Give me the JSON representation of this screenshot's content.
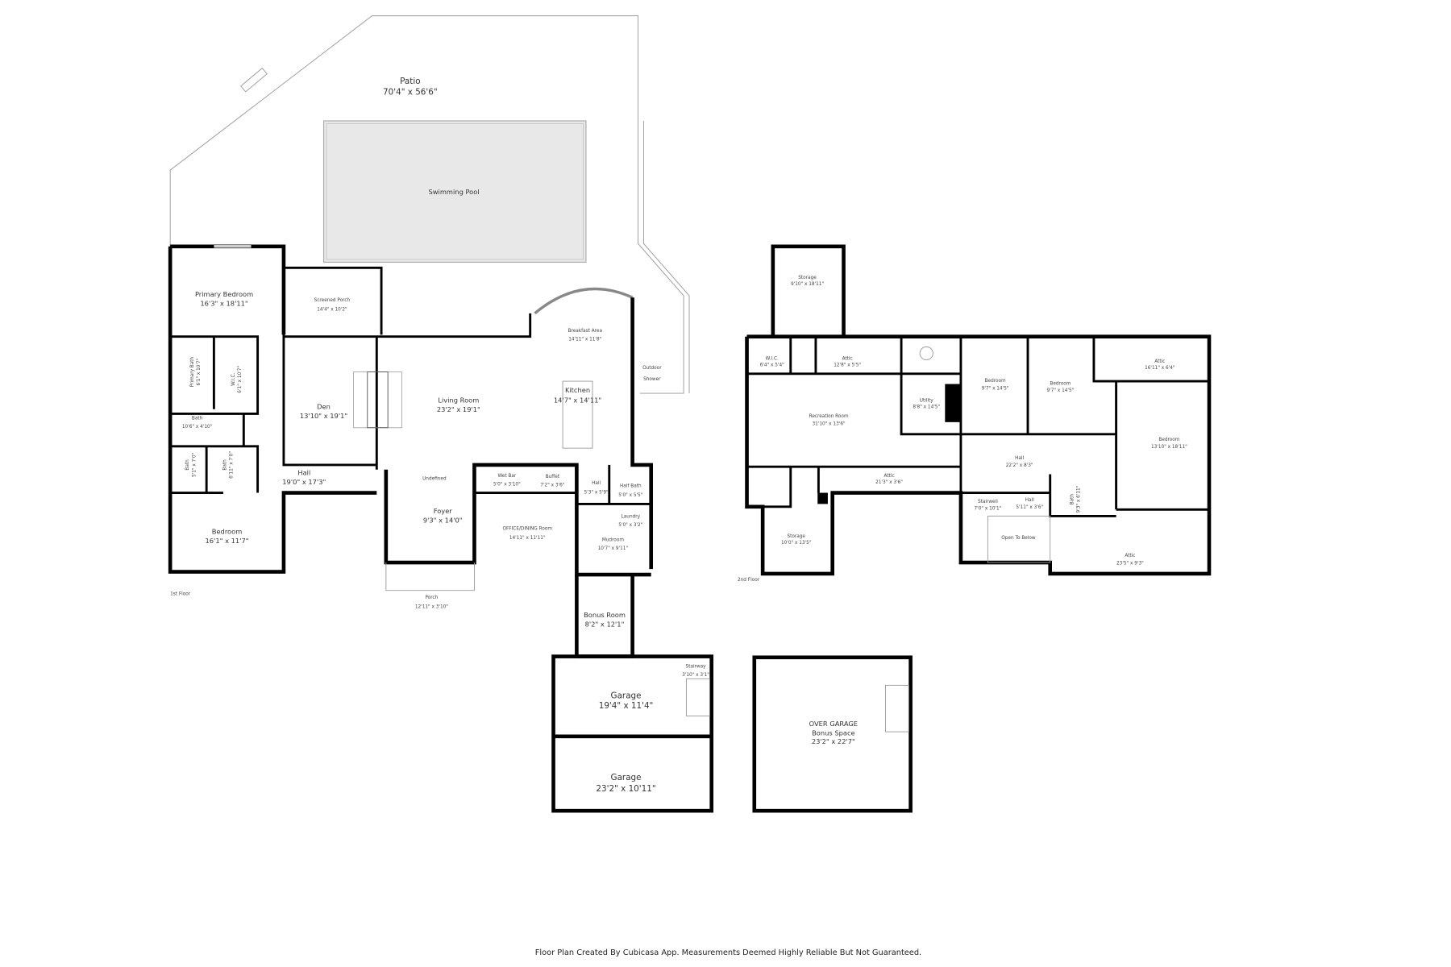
{
  "first_floor": {
    "label": "1st Floor",
    "patio": {
      "name": "Patio",
      "dims": "70'4\" x 56'6\""
    },
    "pool": {
      "name": "Swimming Pool"
    },
    "rooms": [
      {
        "name": "Primary Bedroom",
        "dims": "16'3\" x 18'11\""
      },
      {
        "name": "Screened Porch",
        "dims": "14'4\" x 10'2\""
      },
      {
        "name": "Primary Bath",
        "dims": "6'1\" x 10'7\""
      },
      {
        "name": "W.I.C.",
        "dims": "6'1\" x 10'7\""
      },
      {
        "name": "Bath",
        "dims": "10'6\" x 4'10\""
      },
      {
        "name": "Bath",
        "dims": "5'1\" x 7'0\""
      },
      {
        "name": "Bath",
        "dims": "6'11\" x 7'0\""
      },
      {
        "name": "Den",
        "dims": "13'10\" x 19'1\""
      },
      {
        "name": "Living Room",
        "dims": "23'2\" x 19'1\""
      },
      {
        "name": "Breakfast Area",
        "dims": "14'11\" x 11'8\""
      },
      {
        "name": "Kitchen",
        "dims": "14'7\" x 14'11\""
      },
      {
        "name": "Outdoor",
        "dims": "Shower"
      },
      {
        "name": "Hall",
        "dims": "19'0\" x 17'3\""
      },
      {
        "name": "Undefined",
        "dims": ""
      },
      {
        "name": "Wet Bar",
        "dims": "5'0\" x 3'10\""
      },
      {
        "name": "Buffet",
        "dims": "7'2\" x 3'6\""
      },
      {
        "name": "Hall",
        "dims": "5'3\" x 5'9\""
      },
      {
        "name": "Half Bath",
        "dims": "5'0\" x 5'5\""
      },
      {
        "name": "Laundry",
        "dims": "5'0\" x 3'2\""
      },
      {
        "name": "Foyer",
        "dims": "9'3\" x 14'0\""
      },
      {
        "name": "OFFICE/DINING Room",
        "dims": "14'11\" x 11'11\""
      },
      {
        "name": "Mudroom",
        "dims": "10'7\" x 9'11\""
      },
      {
        "name": "Bedroom",
        "dims": "16'1\" x 11'7\""
      },
      {
        "name": "Porch",
        "dims": "12'11\" x 3'10\""
      },
      {
        "name": "Bonus Room",
        "dims": "8'2\" x 12'1\""
      },
      {
        "name": "Garage",
        "dims": "19'4\" x 11'4\""
      },
      {
        "name": "Stairway",
        "dims": "3'10\" x 3'1\""
      },
      {
        "name": "Garage",
        "dims": "23'2\" x 10'11\""
      }
    ]
  },
  "second_floor": {
    "label": "2nd Floor",
    "rooms": [
      {
        "name": "Storage",
        "dims": "9'10\" x 18'11\""
      },
      {
        "name": "W.I.C.",
        "dims": "6'4\" x 5'4\""
      },
      {
        "name": "Attic",
        "dims": "12'8\" x 5'5\""
      },
      {
        "name": "Utility",
        "dims": "8'8\" x 14'5\""
      },
      {
        "name": "Bedroom",
        "dims": "9'7\" x 14'5\""
      },
      {
        "name": "Bedroom",
        "dims": "9'7\" x 14'5\""
      },
      {
        "name": "Attic",
        "dims": "16'11\" x 6'4\""
      },
      {
        "name": "Recreation Room",
        "dims": "31'10\" x 13'6\""
      },
      {
        "name": "Bedroom",
        "dims": "13'10\" x 18'11\""
      },
      {
        "name": "Hall",
        "dims": "22'2\" x 8'3\""
      },
      {
        "name": "Attic",
        "dims": "21'3\" x 3'6\""
      },
      {
        "name": "Stairwell",
        "dims": "7'0\" x 10'1\""
      },
      {
        "name": "Hall",
        "dims": "5'11\" x 3'6\""
      },
      {
        "name": "Bath",
        "dims": "9'3\" x 6'11\""
      },
      {
        "name": "Open To Below",
        "dims": ""
      },
      {
        "name": "Storage",
        "dims": "10'0\" x 13'5\""
      },
      {
        "name": "Attic",
        "dims": "23'5\" x 9'3\""
      }
    ],
    "over_garage": {
      "name": "OVER GARAGE",
      "sub": "Bonus Space",
      "dims": "23'2\" x 22'7\""
    }
  },
  "footer": "Floor Plan Created By Cubicasa App. Measurements Deemed Highly Reliable But Not Guaranteed.",
  "colors": {
    "wall": "#000000",
    "pool": "#e8e8e8",
    "window": "#cfcfcf"
  }
}
